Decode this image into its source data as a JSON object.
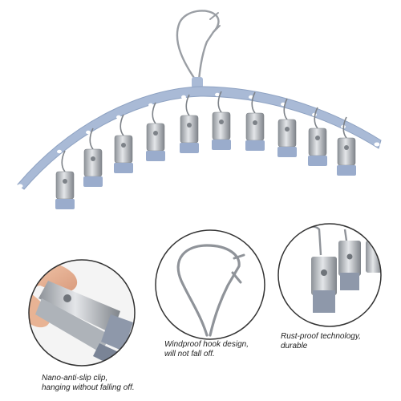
{
  "colors": {
    "hanger_blue": "#a9bad6",
    "hanger_edge": "#8ea2c2",
    "steel": "#b8bcc2",
    "steel_dark": "#7d8288",
    "clip_grip": "#9aaccc",
    "circle_border": "#333333"
  },
  "detail_captions": [
    {
      "line1": "Nano-anti-slip clip,",
      "line2": "hanging without falling off."
    },
    {
      "line1": "Windproof hook design,",
      "line2": "will not fall off."
    },
    {
      "line1": "Rust-proof technology,",
      "line2": "durable"
    }
  ]
}
